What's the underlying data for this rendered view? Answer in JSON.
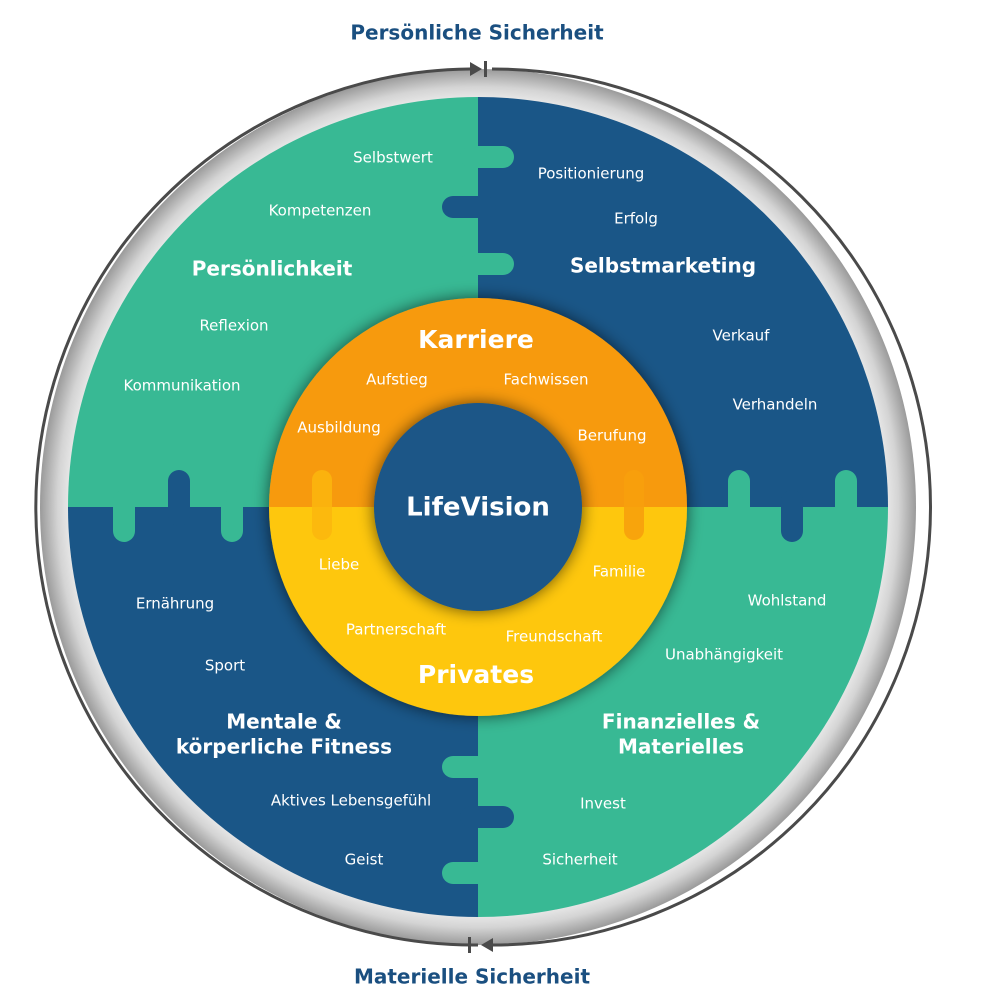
{
  "outer": {
    "top_label": "Persönliche Sicherheit",
    "bottom_label": "Materielle Sicherheit"
  },
  "colors": {
    "teal": "#38b994",
    "navy": "#1a5687",
    "orange": "#f79a0d",
    "yellow": "#fec70a",
    "center": "#1a5687",
    "title": "#1a4f80"
  },
  "center": {
    "title": "LifeVision"
  },
  "ring": {
    "top_title": "Karriere",
    "top_items": [
      "Aufstieg",
      "Fachwissen",
      "Ausbildung",
      "Berufung"
    ],
    "bottom_title": "Privates",
    "bottom_items": [
      "Liebe",
      "Familie",
      "Partnerschaft",
      "Freundschaft"
    ]
  },
  "quadrants": {
    "top_left": {
      "title": "Persönlichkeit",
      "items": [
        "Selbstwert",
        "Kompetenzen",
        "Reflexion",
        "Kommunikation"
      ]
    },
    "top_right": {
      "title": "Selbstmarketing",
      "items": [
        "Positionierung",
        "Erfolg",
        "Verkauf",
        "Verhandeln"
      ]
    },
    "bottom_left": {
      "title_line1": "Mentale &",
      "title_line2": "körperliche Fitness",
      "items": [
        "Ernährung",
        "Sport",
        "Aktives Lebensgefühl",
        "Geist"
      ]
    },
    "bottom_right": {
      "title_line1": "Finanzielles &",
      "title_line2": "Materielles",
      "items": [
        "Wohlstand",
        "Unabhängigkeit",
        "Invest",
        "Sicherheit"
      ]
    }
  }
}
